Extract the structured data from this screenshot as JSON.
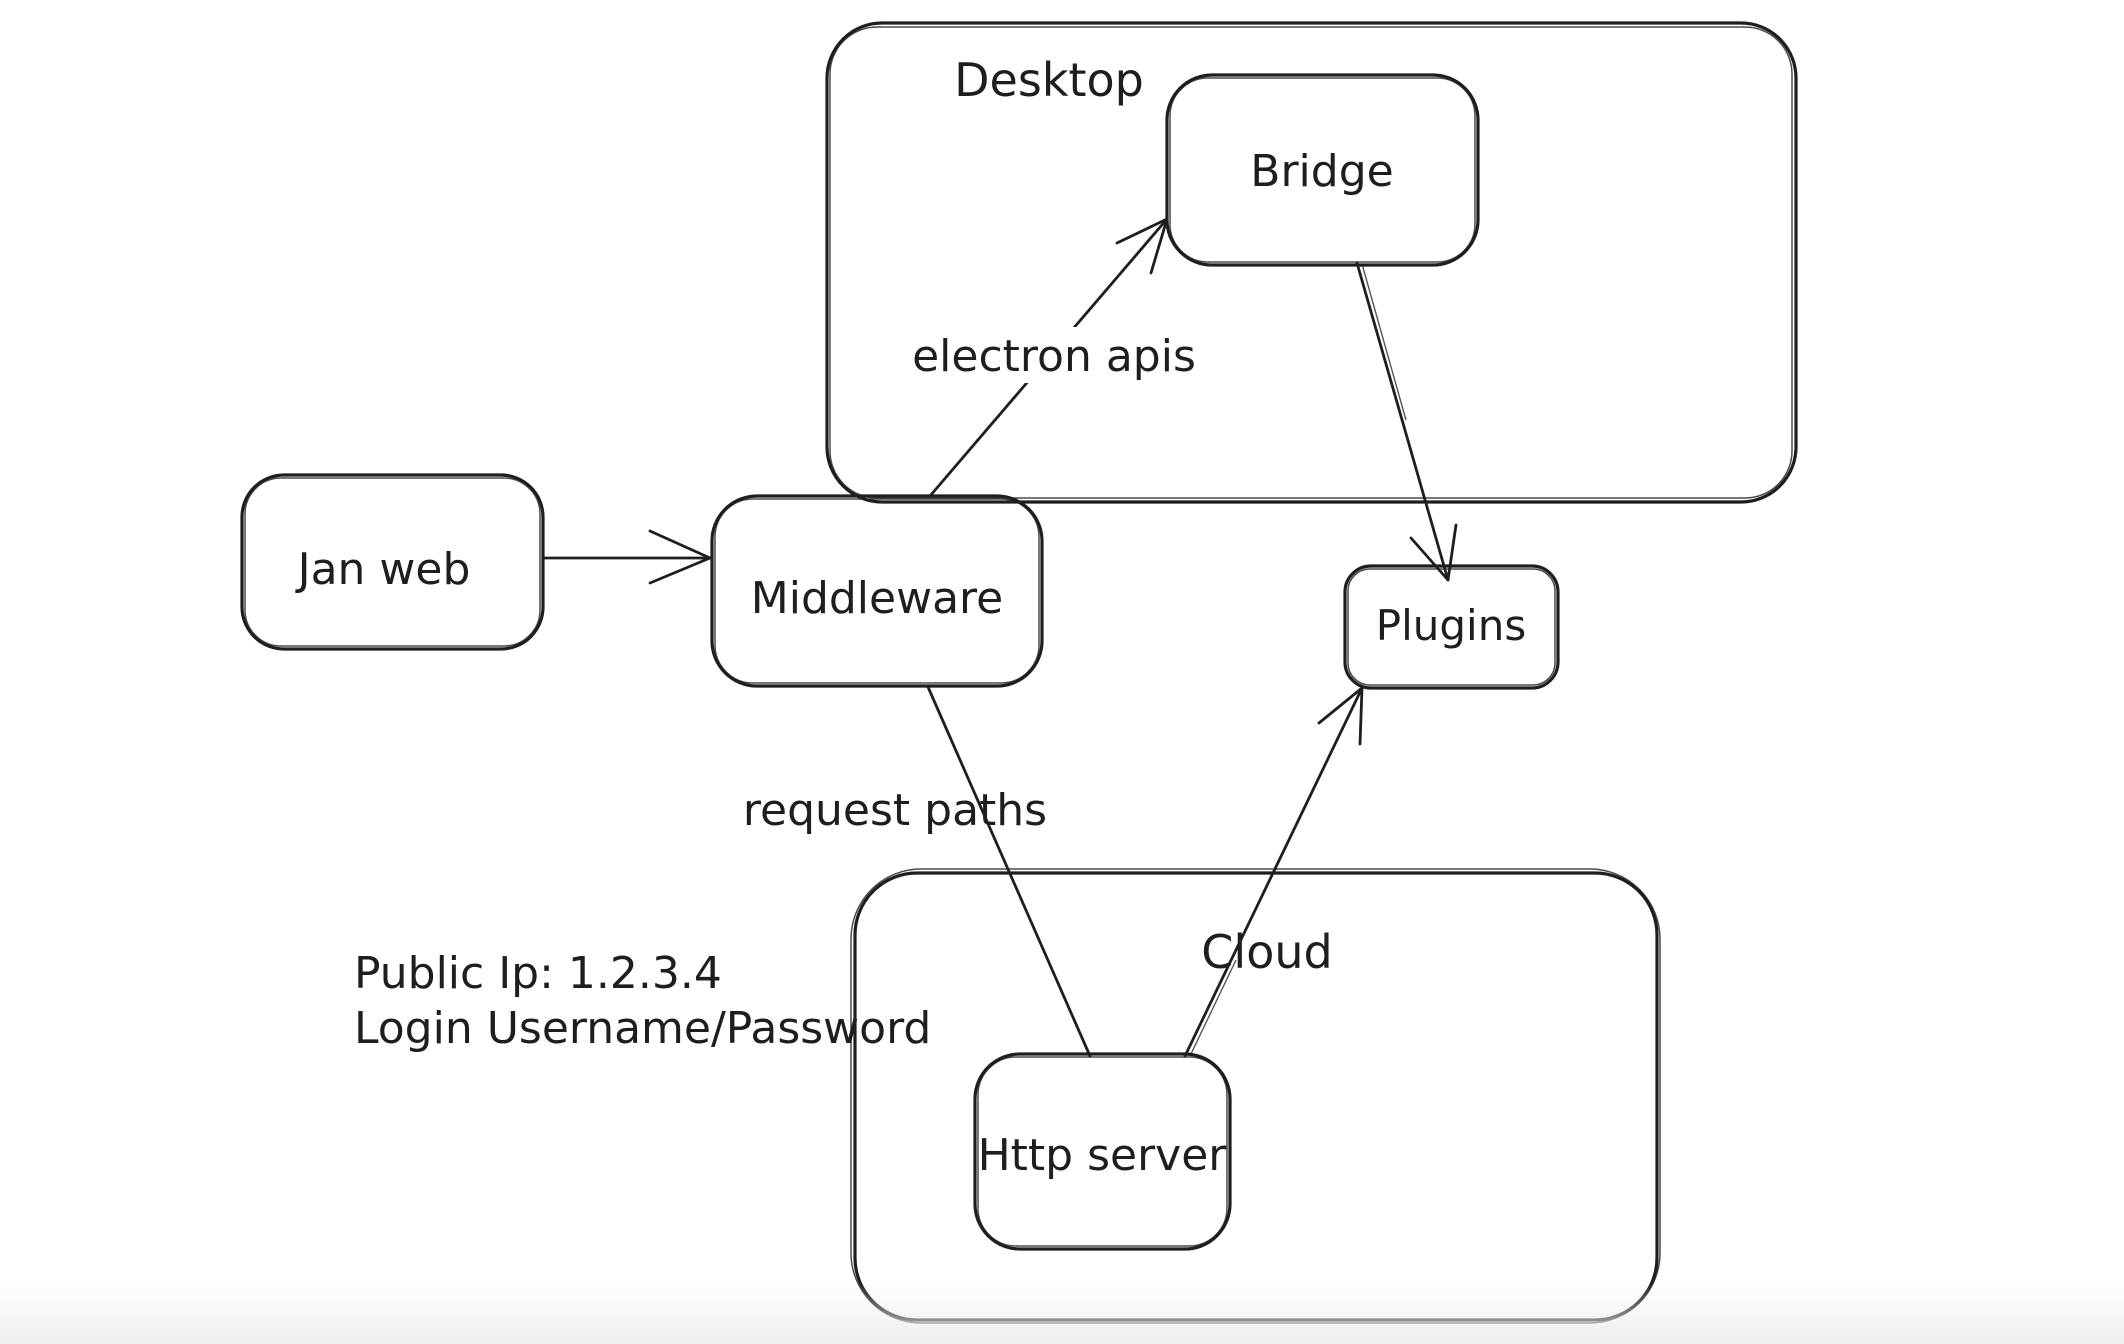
{
  "canvas": {
    "background": "#ffffff",
    "stroke_color": "#1e1e1e",
    "bottom_fade_color": "#ececec"
  },
  "containers": [
    {
      "id": "desktop",
      "label": "Desktop"
    },
    {
      "id": "cloud",
      "label": "Cloud"
    }
  ],
  "nodes": [
    {
      "id": "jan-web",
      "label": "Jan web"
    },
    {
      "id": "middleware",
      "label": "Middleware"
    },
    {
      "id": "bridge",
      "label": "Bridge"
    },
    {
      "id": "plugins",
      "label": "Plugins"
    },
    {
      "id": "http-server",
      "label": "Http server"
    }
  ],
  "edges": [
    {
      "id": "jan-web-to-middleware",
      "from": "Jan web",
      "to": "Middleware",
      "label": "",
      "arrowhead": true
    },
    {
      "id": "middleware-to-bridge",
      "from": "Middleware",
      "to": "Bridge",
      "label": "electron apis",
      "arrowhead": true
    },
    {
      "id": "bridge-to-plugins",
      "from": "Bridge",
      "to": "Plugins",
      "label": "",
      "arrowhead": true
    },
    {
      "id": "middleware-to-http-server",
      "from": "Middleware",
      "to": "Http server",
      "label": "request paths",
      "arrowhead": false
    },
    {
      "id": "http-server-to-plugins",
      "from": "Http server",
      "to": "Plugins",
      "label": "",
      "arrowhead": true
    }
  ],
  "annotations": [
    {
      "id": "credentials-note",
      "lines": [
        "Public Ip: 1.2.3.4",
        "Login Username/Password"
      ]
    }
  ]
}
